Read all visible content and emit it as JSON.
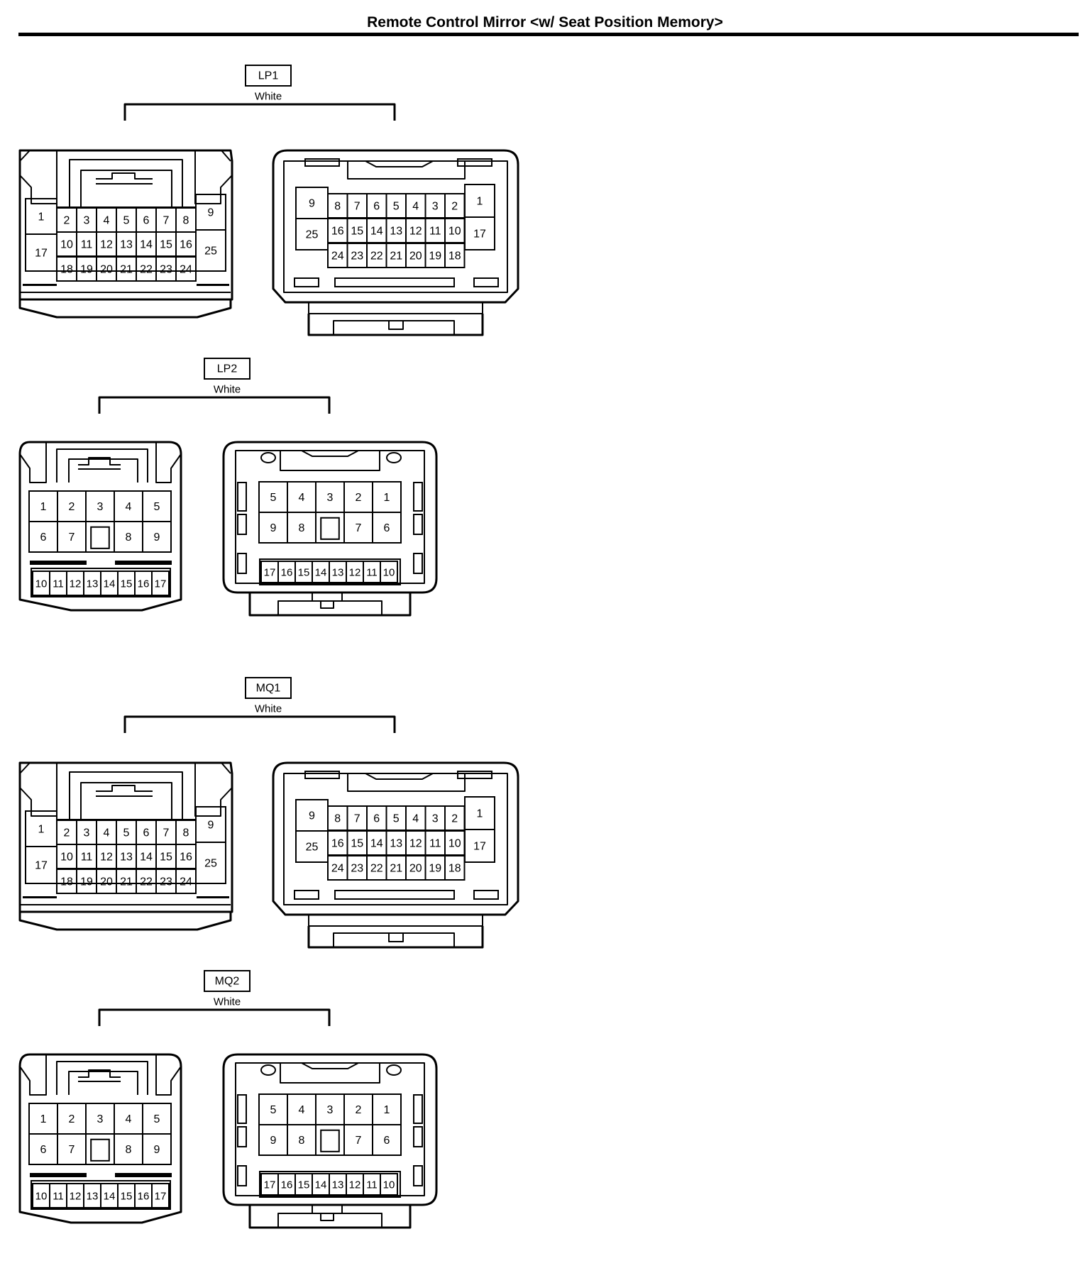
{
  "title": "Remote Control Mirror <w/ Seat Position Memory>",
  "colors": {
    "line": "#000000",
    "background": "#ffffff"
  },
  "connectors": [
    {
      "id": "LP1",
      "color": "White",
      "layout": "type25"
    },
    {
      "id": "LP2",
      "color": "White",
      "layout": "type17"
    },
    {
      "id": "MQ1",
      "color": "White",
      "layout": "type25"
    },
    {
      "id": "MQ2",
      "color": "White",
      "layout": "type17"
    }
  ],
  "pin_rows": {
    "type25": {
      "left": {
        "top": [
          "2",
          "3",
          "4",
          "5",
          "6",
          "7",
          "8"
        ],
        "middle": [
          "10",
          "11",
          "12",
          "13",
          "14",
          "15",
          "16"
        ],
        "bottom": [
          "18",
          "19",
          "20",
          "21",
          "22",
          "23",
          "24"
        ],
        "side_left": [
          "1",
          "17"
        ],
        "side_right": [
          "9",
          "25"
        ]
      },
      "right": {
        "top": [
          "8",
          "7",
          "6",
          "5",
          "4",
          "3",
          "2"
        ],
        "middle": [
          "16",
          "15",
          "14",
          "13",
          "12",
          "11",
          "10"
        ],
        "bottom": [
          "24",
          "23",
          "22",
          "21",
          "20",
          "19",
          "18"
        ],
        "side_left": [
          "9",
          "25"
        ],
        "side_right": [
          "1",
          "17"
        ]
      }
    },
    "type17": {
      "left": {
        "top": [
          "1",
          "2",
          "3",
          "4",
          "5"
        ],
        "middle": [
          "6",
          "7",
          "",
          "8",
          "9"
        ],
        "bottom": [
          "10",
          "11",
          "12",
          "13",
          "14",
          "15",
          "16",
          "17"
        ]
      },
      "right": {
        "top": [
          "5",
          "4",
          "3",
          "2",
          "1"
        ],
        "middle": [
          "9",
          "8",
          "",
          "7",
          "6"
        ],
        "bottom": [
          "17",
          "16",
          "15",
          "14",
          "13",
          "12",
          "11",
          "10"
        ]
      }
    }
  }
}
